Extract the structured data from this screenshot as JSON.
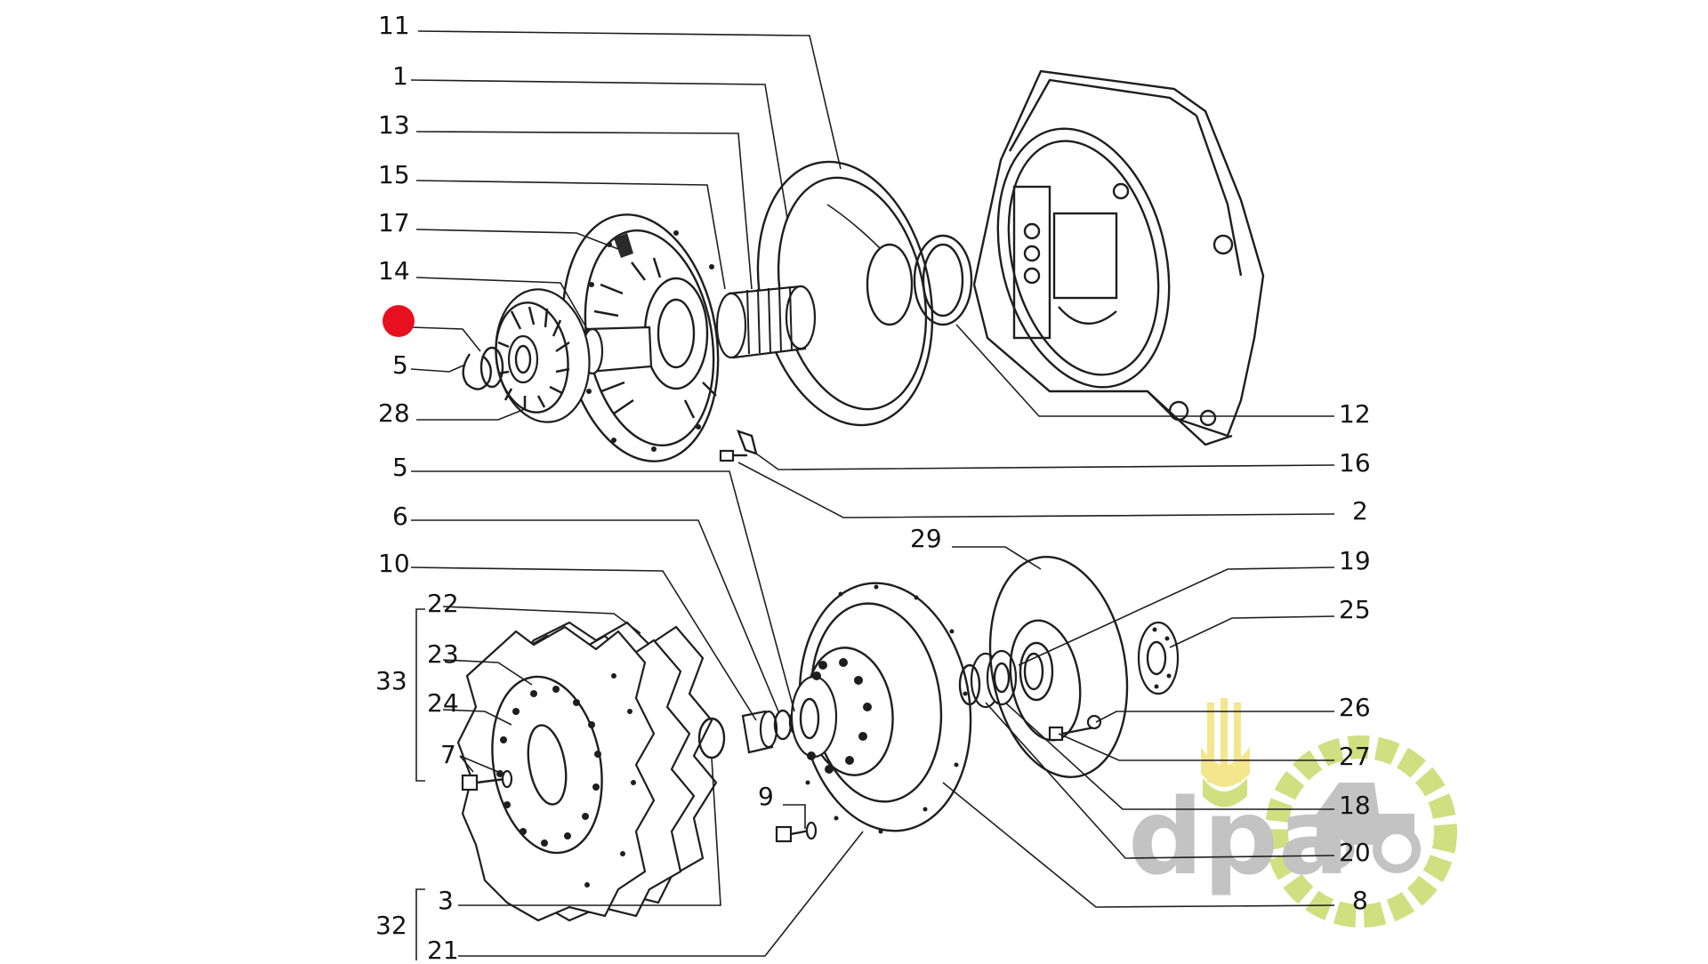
{
  "colors": {
    "ink": "#141414",
    "paper": "#ffffff",
    "marker": "#e8101e",
    "logo_green": "#c8da6a",
    "logo_yellow": "#f2e27a",
    "logo_gray": "#b9b9b9"
  },
  "labels": {
    "l11": "11",
    "l1": "1",
    "l13": "13",
    "l15": "15",
    "l17": "17",
    "l14": "14",
    "l5a": "5",
    "l28": "28",
    "l5b": "5",
    "l6": "6",
    "l10": "10",
    "l22": "22",
    "l23": "23",
    "l33": "33",
    "l24": "24",
    "l7": "7",
    "l9": "9",
    "l3": "3",
    "l32": "32",
    "l21": "21",
    "r12": "12",
    "r16": "16",
    "r2": "2",
    "l29": "29",
    "r19": "19",
    "r25": "25",
    "r26": "26",
    "r27": "27",
    "r18": "18",
    "r20": "20",
    "r8": "8"
  },
  "logo": {
    "text": "dpa",
    "icon": "tractor-wheat-icon"
  },
  "marker": {
    "icon": "red-dot-marker-icon"
  }
}
